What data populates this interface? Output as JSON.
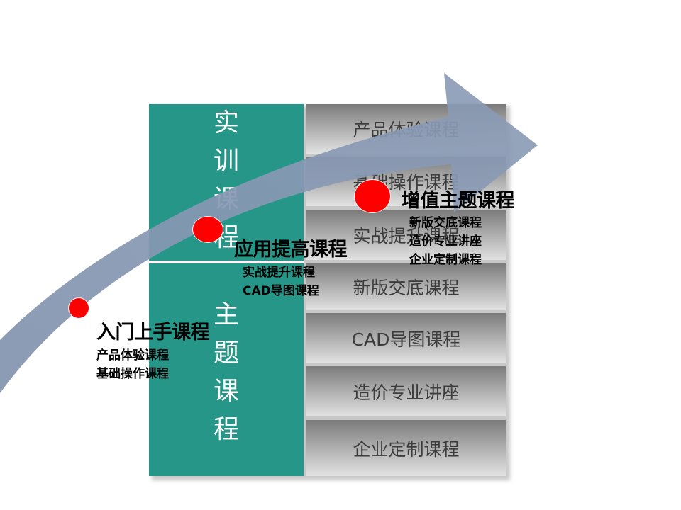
{
  "training_column": {
    "label_chars": [
      "实",
      "训",
      "课",
      "程"
    ]
  },
  "theme_column": {
    "label_chars": [
      "主",
      "题",
      "课",
      "程"
    ]
  },
  "course_list": [
    "产品体验课程",
    "基础操作课程",
    "实战提升课程",
    "新版交底课程",
    "CAD导图课程",
    "造价专业讲座",
    "企业定制课程"
  ],
  "stages": [
    {
      "title": "入门上手课程",
      "items": [
        "产品体验课程",
        "基础操作课程"
      ]
    },
    {
      "title": "应用提高课程",
      "items": [
        "实战提升课程",
        "CAD导图课程"
      ]
    },
    {
      "title": "增值主题课程",
      "items": [
        "新版交底课程",
        "造价专业讲座",
        "企业定制课程"
      ]
    }
  ],
  "colors": {
    "green_panel": "#259687",
    "arrow": "#8a9bb5",
    "dot": "#ff0000"
  }
}
